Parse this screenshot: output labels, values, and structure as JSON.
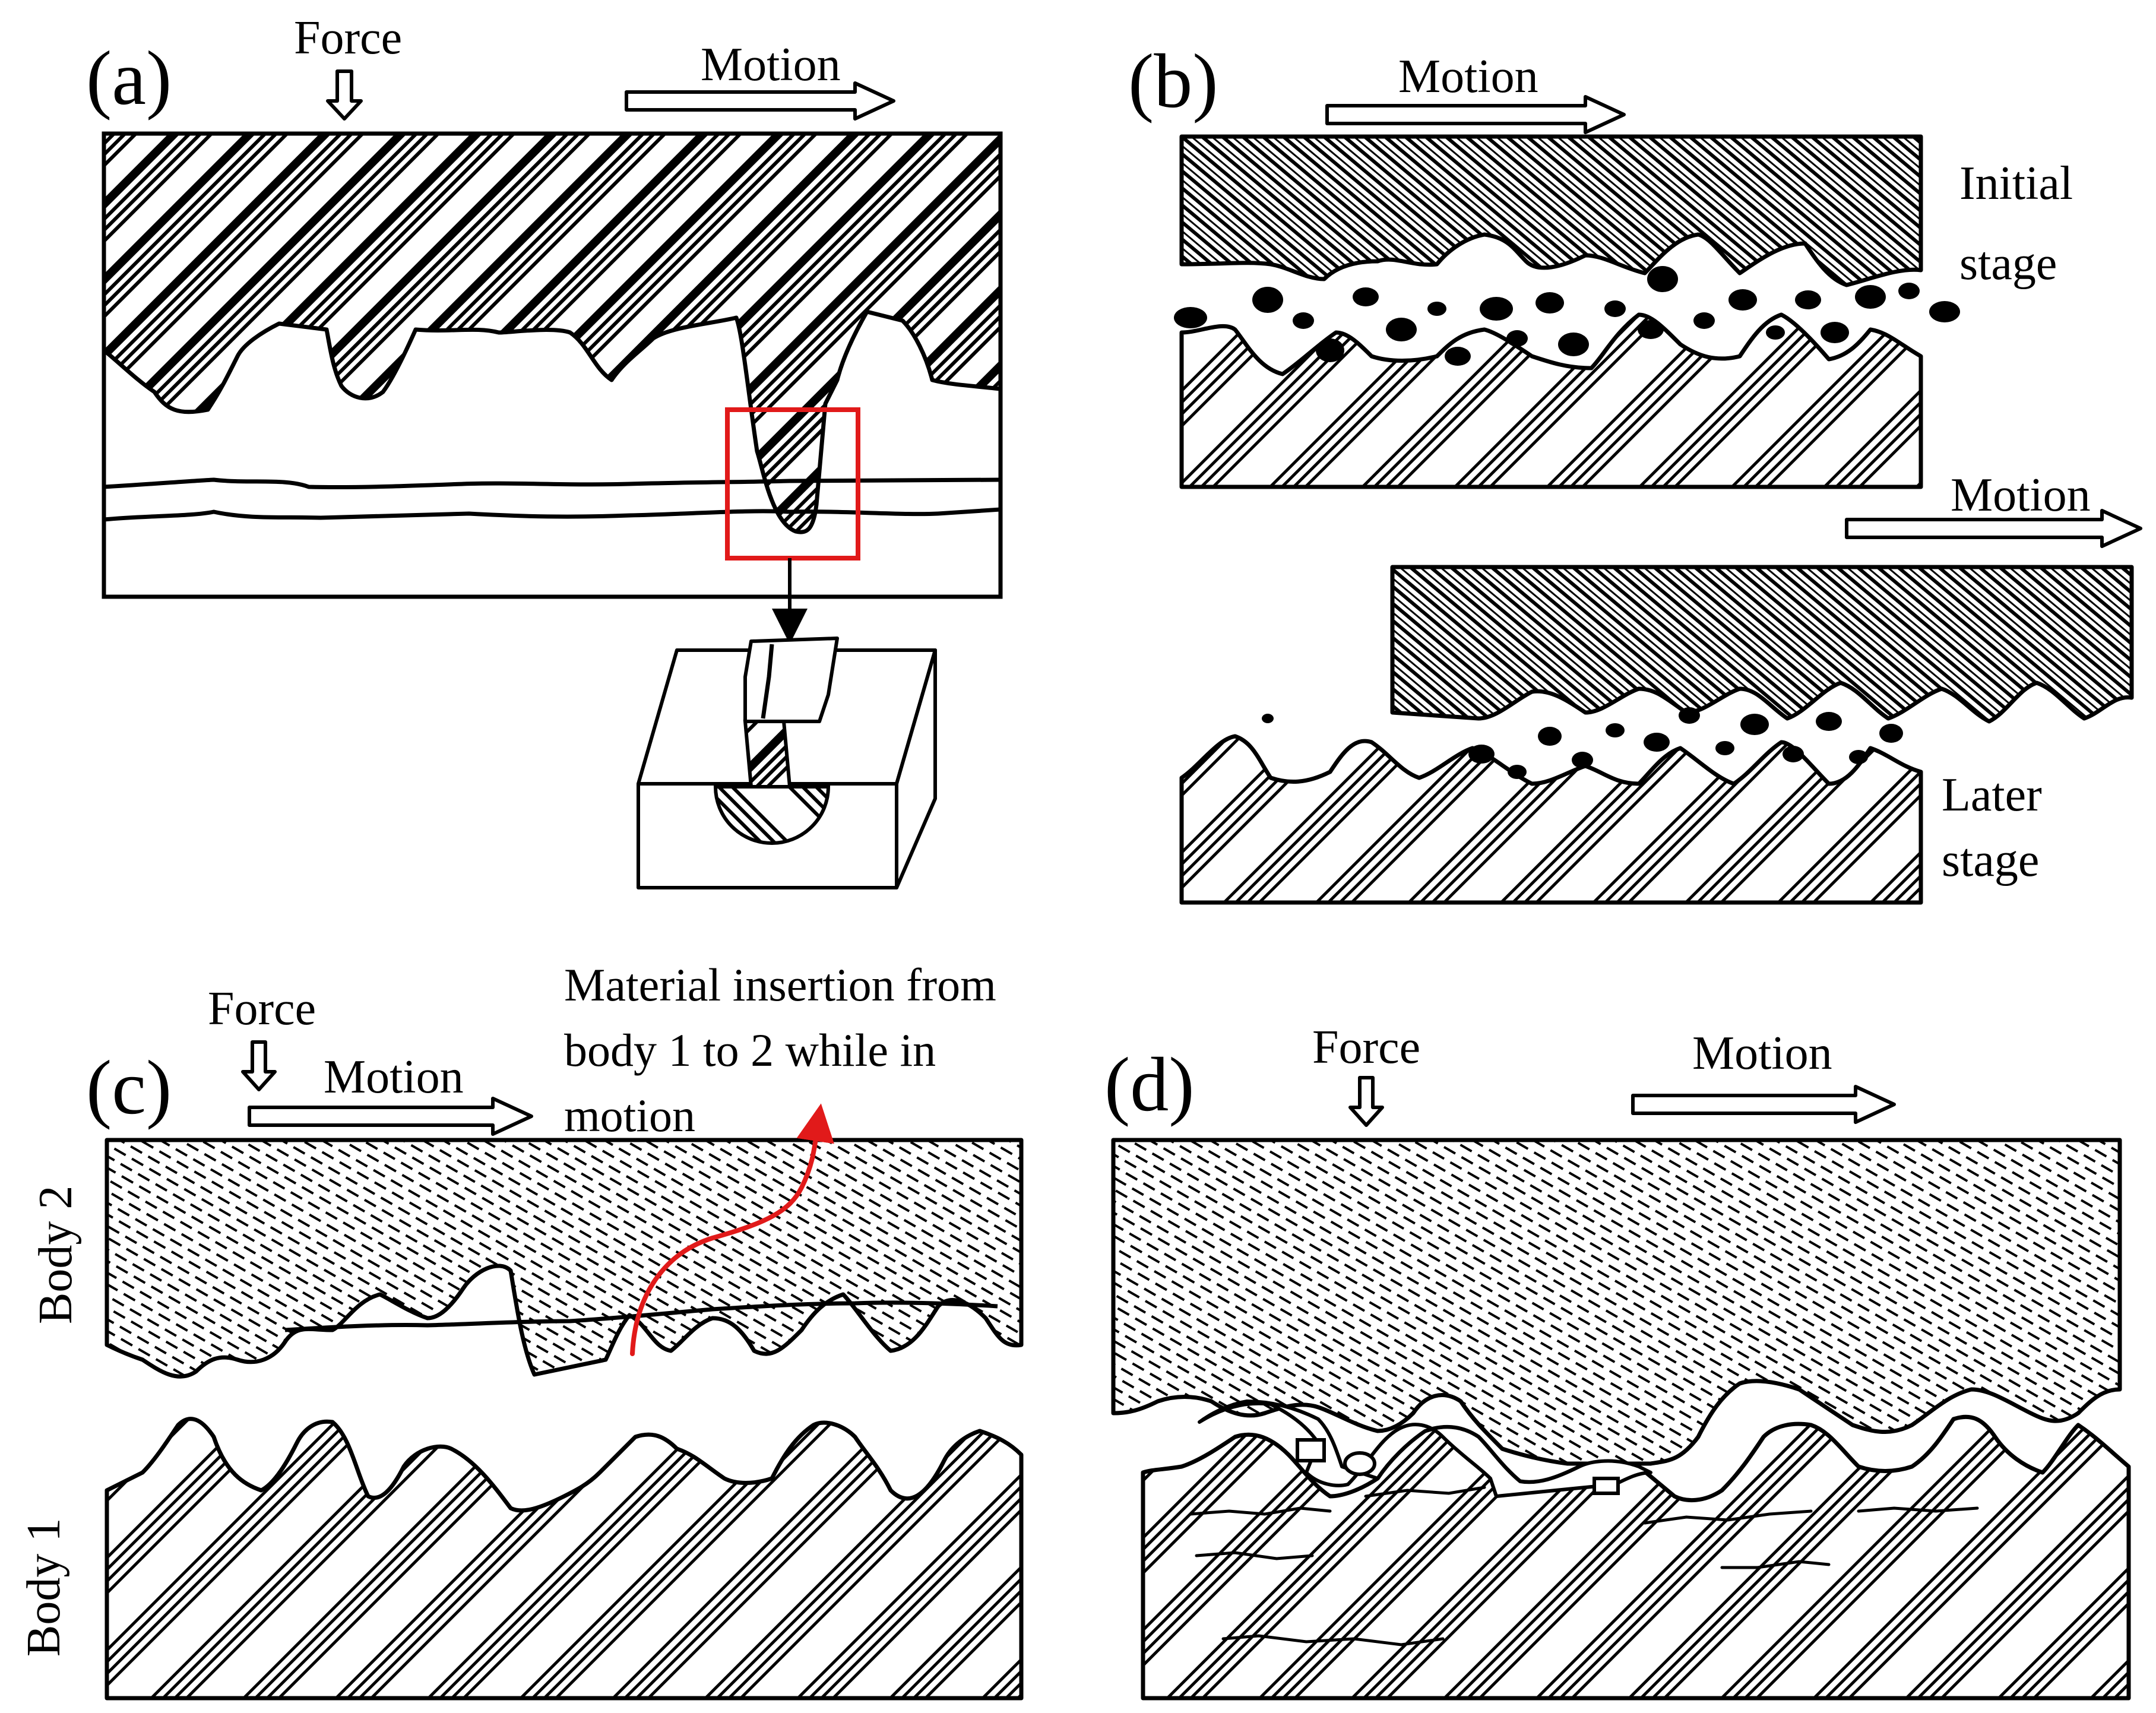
{
  "figure": {
    "panel_a": {
      "label": "(a)",
      "force_label": "Force",
      "motion_label": "Motion"
    },
    "panel_b": {
      "label": "(b)",
      "motion_label_top": "Motion",
      "motion_label_bottom": "Motion",
      "initial_line1": "Initial",
      "initial_line2": "stage",
      "later_line1": "Later",
      "later_line2": "stage"
    },
    "panel_c": {
      "label": "(c)",
      "force_label": "Force",
      "motion_label": "Motion",
      "note_line1": "Material insertion from",
      "note_line2": "body 1 to 2 while in",
      "note_line3": "motion",
      "body2_label": "Body 2",
      "body1_label": "Body 1"
    },
    "panel_d": {
      "label": "(d)",
      "force_label": "Force",
      "motion_label": "Motion"
    }
  },
  "colors": {
    "ink": "#000000",
    "highlight": "#e11a1a",
    "background": "#ffffff"
  }
}
